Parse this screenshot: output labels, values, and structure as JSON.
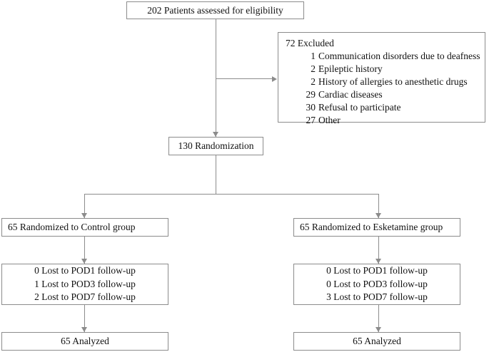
{
  "diagram": {
    "type": "consort-flow-diagram",
    "colors": {
      "border": "#8c8c8c",
      "connector": "#8c8c8c",
      "text": "#111111",
      "background": "#ffffff"
    },
    "nodes": {
      "eligibility": {
        "label": "202 Patients assessed for eligibility",
        "count": 202
      },
      "excluded": {
        "title": "72 Excluded",
        "count": 72,
        "reasons": [
          {
            "count": "1",
            "reason": "Communication disorders due to deafness"
          },
          {
            "count": "2",
            "reason": "Epileptic history"
          },
          {
            "count": "2",
            "reason": "History of allergies to anesthetic drugs"
          },
          {
            "count": "29",
            "reason": "Cardiac diseases"
          },
          {
            "count": "30",
            "reason": "Refusal to participate"
          },
          {
            "count": "27",
            "reason": "Other"
          }
        ]
      },
      "randomization": {
        "label": "130 Randomization",
        "count": 130
      },
      "control_allocation": {
        "label": "65 Randomized to Control group",
        "count": 65
      },
      "esketamine_allocation": {
        "label": "65 Randomized to Esketamine group",
        "count": 65
      },
      "control_lost": {
        "items": [
          "0 Lost to POD1 follow-up",
          "1 Lost to POD3 follow-up",
          "2 Lost to POD7 follow-up"
        ]
      },
      "esketamine_lost": {
        "items": [
          "0 Lost to POD1 follow-up",
          "0 Lost to POD3 follow-up",
          "3 Lost to POD7 follow-up"
        ]
      },
      "control_analyzed": {
        "label": "65 Analyzed",
        "count": 65
      },
      "esketamine_analyzed": {
        "label": "65 Analyzed",
        "count": 65
      }
    }
  }
}
